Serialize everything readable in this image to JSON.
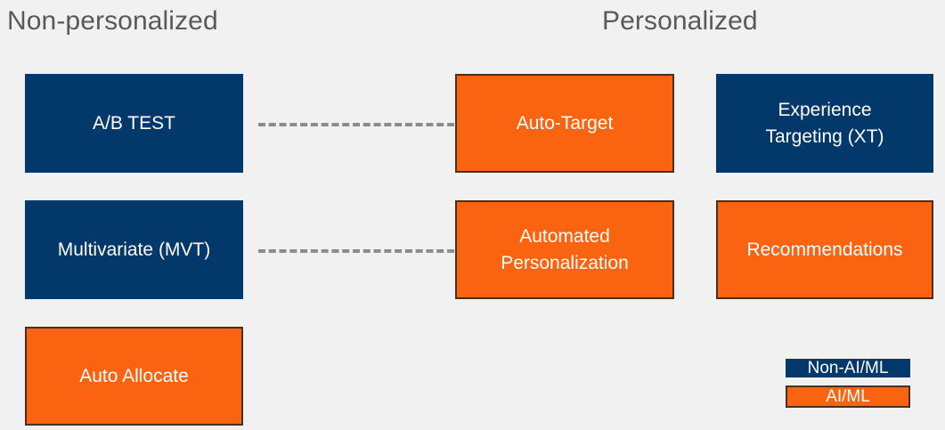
{
  "palette": {
    "background": "#f1f1f1",
    "navy": "#03386b",
    "orange": "#fa6411",
    "orange_border": "#4b2f1e",
    "heading_text": "#595959",
    "box_text": "#ffffff",
    "connector": "#8c8c8c"
  },
  "headings": {
    "non_personalized": "Non-personalized",
    "personalized": "Personalized"
  },
  "boxes": {
    "ab_test": {
      "label": "A/B TEST",
      "type": "Non-AI/ML"
    },
    "multivariate": {
      "label": "Multivariate (MVT)",
      "type": "Non-AI/ML"
    },
    "auto_allocate": {
      "label": "Auto Allocate",
      "type": "AI/ML"
    },
    "auto_target": {
      "label": "Auto-Target",
      "type": "AI/ML"
    },
    "automated_personalization": {
      "label": "Automated\nPersonalization",
      "type": "AI/ML"
    },
    "experience_targeting": {
      "label": "Experience\nTargeting (XT)",
      "type": "Non-AI/ML"
    },
    "recommendations": {
      "label": "Recommendations",
      "type": "AI/ML"
    }
  },
  "legend": {
    "non_ai_ml": "Non-AI/ML",
    "ai_ml": "AI/ML"
  }
}
